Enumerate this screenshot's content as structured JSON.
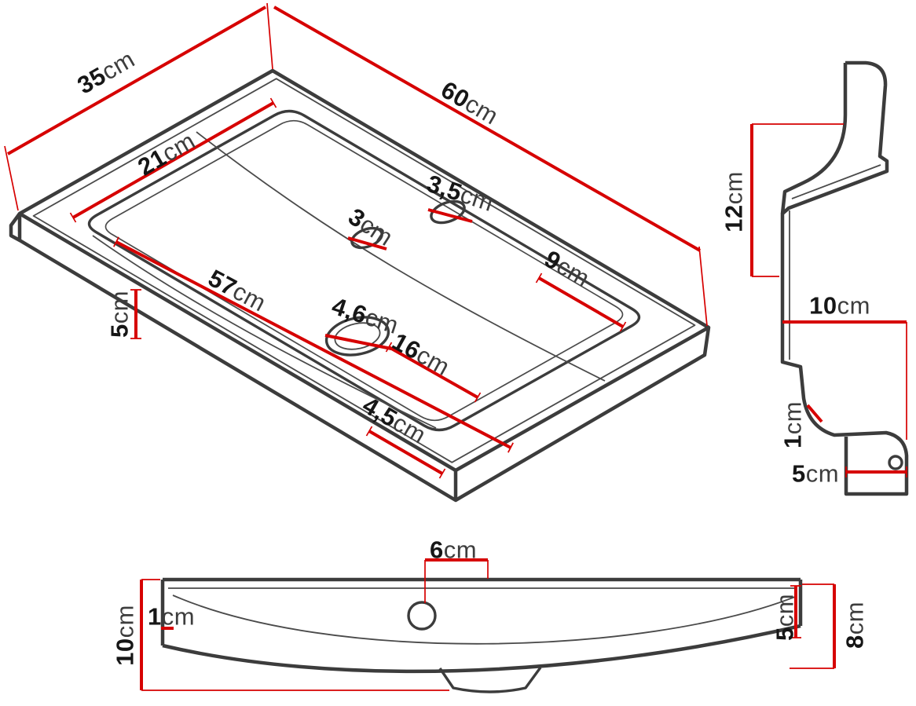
{
  "style": {
    "line_color": "#3c3c3c",
    "dimension_color": "#d60000",
    "background": "#ffffff"
  },
  "views": {
    "isometric": {
      "name": "Isometric top view of washbasin",
      "dims": {
        "depth_overall": {
          "value": "35",
          "unit": "cm"
        },
        "width_overall": {
          "value": "60",
          "unit": "cm"
        },
        "basin_left_segment": {
          "value": "21",
          "unit": "cm"
        },
        "faucet_hole": {
          "value": "3,5",
          "unit": "cm"
        },
        "overflow_hole": {
          "value": "3",
          "unit": "cm"
        },
        "hole_to_right_edge": {
          "value": "9",
          "unit": "cm"
        },
        "basin_length": {
          "value": "57",
          "unit": "cm"
        },
        "left_rim": {
          "value": "5",
          "unit": "cm"
        },
        "drain_hole": {
          "value": "4,6",
          "unit": "cm"
        },
        "drain_to_front": {
          "value": "16",
          "unit": "cm"
        },
        "front_rim": {
          "value": "4,5",
          "unit": "cm"
        }
      }
    },
    "side": {
      "name": "Side profile view",
      "dims": {
        "upper_height": {
          "value": "12",
          "unit": "cm"
        },
        "base_depth": {
          "value": "10",
          "unit": "cm"
        },
        "wall_step": {
          "value": "1",
          "unit": "cm"
        },
        "base_width": {
          "value": "5",
          "unit": "cm"
        }
      }
    },
    "front": {
      "name": "Front section view",
      "dims": {
        "hole_offset": {
          "value": "6",
          "unit": "cm"
        },
        "left_rim": {
          "value": "1",
          "unit": "cm"
        },
        "height_overall": {
          "value": "10",
          "unit": "cm"
        },
        "right_rim": {
          "value": "5",
          "unit": "cm"
        },
        "right_height": {
          "value": "8",
          "unit": "cm"
        }
      }
    }
  }
}
